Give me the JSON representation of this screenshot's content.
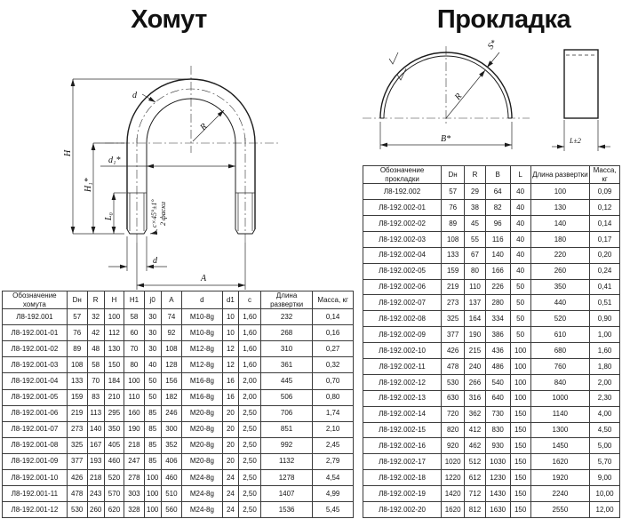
{
  "clamp": {
    "title": "Хомут",
    "drawing_labels": {
      "d_top": "d",
      "radius": "R",
      "height": "H",
      "height1": "H₁*",
      "d1": "d₁*",
      "l0": "L₀",
      "chamfer_line1": "c×45°±1°",
      "chamfer_line2": "2 фаски",
      "d_bottom": "d",
      "width": "A"
    },
    "table": {
      "headers": [
        "Обозначение хомута",
        "Dн",
        "R",
        "H",
        "H1",
        "j0",
        "A",
        "d",
        "d1",
        "c",
        "Длина развертки",
        "Масса, кг"
      ],
      "rows": [
        [
          "Л8-192.001",
          "57",
          "32",
          "100",
          "58",
          "30",
          "74",
          "M10-8g",
          "10",
          "1,60",
          "232",
          "0,14"
        ],
        [
          "Л8-192.001-01",
          "76",
          "42",
          "112",
          "60",
          "30",
          "92",
          "M10-8g",
          "10",
          "1,60",
          "268",
          "0,16"
        ],
        [
          "Л8-192.001-02",
          "89",
          "48",
          "130",
          "70",
          "30",
          "108",
          "M12-8g",
          "12",
          "1,60",
          "310",
          "0,27"
        ],
        [
          "Л8-192.001-03",
          "108",
          "58",
          "150",
          "80",
          "40",
          "128",
          "M12-8g",
          "12",
          "1,60",
          "361",
          "0,32"
        ],
        [
          "Л8-192.001-04",
          "133",
          "70",
          "184",
          "100",
          "50",
          "156",
          "M16-8g",
          "16",
          "2,00",
          "445",
          "0,70"
        ],
        [
          "Л8-192.001-05",
          "159",
          "83",
          "210",
          "110",
          "50",
          "182",
          "M16-8g",
          "16",
          "2,00",
          "506",
          "0,80"
        ],
        [
          "Л8-192.001-06",
          "219",
          "113",
          "295",
          "160",
          "85",
          "246",
          "M20-8g",
          "20",
          "2,50",
          "706",
          "1,74"
        ],
        [
          "Л8-192.001-07",
          "273",
          "140",
          "350",
          "190",
          "85",
          "300",
          "M20-8g",
          "20",
          "2,50",
          "851",
          "2,10"
        ],
        [
          "Л8-192.001-08",
          "325",
          "167",
          "405",
          "218",
          "85",
          "352",
          "M20-8g",
          "20",
          "2,50",
          "992",
          "2,45"
        ],
        [
          "Л8-192.001-09",
          "377",
          "193",
          "460",
          "247",
          "85",
          "406",
          "M20-8g",
          "20",
          "2,50",
          "1132",
          "2,79"
        ],
        [
          "Л8-192.001-10",
          "426",
          "218",
          "520",
          "278",
          "100",
          "460",
          "M24-8g",
          "24",
          "2,50",
          "1278",
          "4,54"
        ],
        [
          "Л8-192.001-11",
          "478",
          "243",
          "570",
          "303",
          "100",
          "510",
          "M24-8g",
          "24",
          "2,50",
          "1407",
          "4,99"
        ],
        [
          "Л8-192.001-12",
          "530",
          "260",
          "620",
          "328",
          "100",
          "560",
          "M24-8g",
          "24",
          "2,50",
          "1536",
          "5,45"
        ]
      ]
    }
  },
  "gasket": {
    "title": "Прокладка",
    "drawing_labels": {
      "radius": "R",
      "thickness": "S*",
      "width": "B*",
      "length": "L±2"
    },
    "table": {
      "headers": [
        "Обозначение прокладки",
        "Dн",
        "R",
        "B",
        "L",
        "Длина развертки",
        "Масса, кг"
      ],
      "rows": [
        [
          "Л8-192.002",
          "57",
          "29",
          "64",
          "40",
          "100",
          "0,09"
        ],
        [
          "Л8-192.002-01",
          "76",
          "38",
          "82",
          "40",
          "130",
          "0,12"
        ],
        [
          "Л8-192.002-02",
          "89",
          "45",
          "96",
          "40",
          "140",
          "0,14"
        ],
        [
          "Л8-192.002-03",
          "108",
          "55",
          "116",
          "40",
          "180",
          "0,17"
        ],
        [
          "Л8-192.002-04",
          "133",
          "67",
          "140",
          "40",
          "220",
          "0,20"
        ],
        [
          "Л8-192.002-05",
          "159",
          "80",
          "166",
          "40",
          "260",
          "0,24"
        ],
        [
          "Л8-192.002-06",
          "219",
          "110",
          "226",
          "50",
          "350",
          "0,41"
        ],
        [
          "Л8-192.002-07",
          "273",
          "137",
          "280",
          "50",
          "440",
          "0,51"
        ],
        [
          "Л8-192.002-08",
          "325",
          "164",
          "334",
          "50",
          "520",
          "0,90"
        ],
        [
          "Л8-192.002-09",
          "377",
          "190",
          "386",
          "50",
          "610",
          "1,00"
        ],
        [
          "Л8-192.002-10",
          "426",
          "215",
          "436",
          "100",
          "680",
          "1,60"
        ],
        [
          "Л8-192.002-11",
          "478",
          "240",
          "486",
          "100",
          "760",
          "1,80"
        ],
        [
          "Л8-192.002-12",
          "530",
          "266",
          "540",
          "100",
          "840",
          "2,00"
        ],
        [
          "Л8-192.002-13",
          "630",
          "316",
          "640",
          "100",
          "1000",
          "2,30"
        ],
        [
          "Л8-192.002-14",
          "720",
          "362",
          "730",
          "150",
          "1140",
          "4,00"
        ],
        [
          "Л8-192.002-15",
          "820",
          "412",
          "830",
          "150",
          "1300",
          "4,50"
        ],
        [
          "Л8-192.002-16",
          "920",
          "462",
          "930",
          "150",
          "1450",
          "5,00"
        ],
        [
          "Л8-192.002-17",
          "1020",
          "512",
          "1030",
          "150",
          "1620",
          "5,70"
        ],
        [
          "Л8-192.002-18",
          "1220",
          "612",
          "1230",
          "150",
          "1920",
          "9,00"
        ],
        [
          "Л8-192.002-19",
          "1420",
          "712",
          "1430",
          "150",
          "2240",
          "10,00"
        ],
        [
          "Л8-192.002-20",
          "1620",
          "812",
          "1630",
          "150",
          "2550",
          "12,00"
        ]
      ]
    }
  }
}
